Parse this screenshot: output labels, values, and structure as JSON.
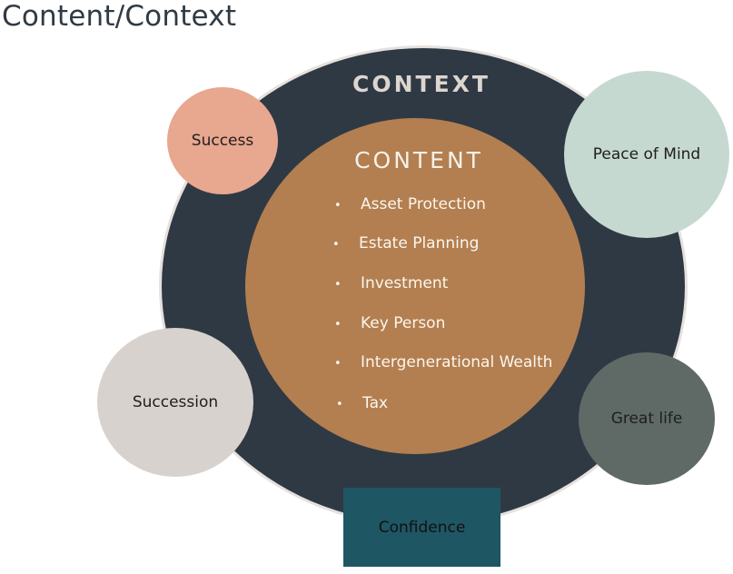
{
  "page": {
    "title": "Content/Context"
  },
  "diagram": {
    "outer_label": "CONTEXT",
    "inner_label": "CONTENT",
    "content_items": [
      "Asset Protection",
      "Estate Planning",
      "Investment",
      "Key Person",
      "Intergenerational Wealth",
      "Tax"
    ],
    "bullet": "•",
    "outcomes": {
      "success": "Success",
      "peace_of_mind": "Peace of Mind",
      "succession": "Succession",
      "great_life": "Great life",
      "confidence": "Confidence"
    }
  },
  "colors": {
    "outer_circle": "#2f3944",
    "inner_circle": "#b37f50",
    "success": "#e8a78f",
    "peace_of_mind": "#c6d9d1",
    "succession": "#d7d2cd",
    "great_life": "#5f6a67",
    "confidence": "#1f5664"
  }
}
